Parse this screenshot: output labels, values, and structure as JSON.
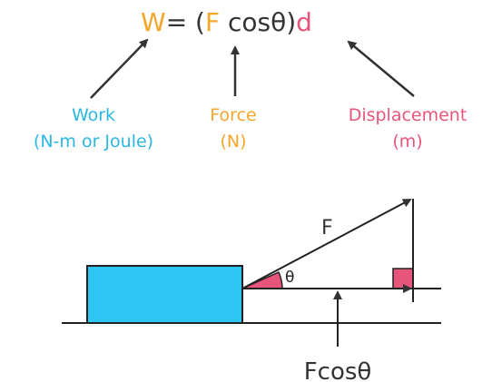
{
  "colors": {
    "work": "#2bb7e4",
    "force": "#f4a62a",
    "displacement": "#e8557a",
    "dark": "#333333",
    "block": "#2ec5f3",
    "line": "#222222"
  },
  "formula": {
    "W": "W",
    "equals_open": "= (",
    "F": "F",
    "cos_theta_close": " cosθ)",
    "d": "d"
  },
  "labels": {
    "work": "Work",
    "work_units": "(N-m or Joule)",
    "force": "Force",
    "force_units": "(N)",
    "displacement": "Displacement",
    "displacement_units": "(m)"
  },
  "diagram": {
    "force_label": "F",
    "theta_label": "θ",
    "component_label": "Fcosθ"
  }
}
